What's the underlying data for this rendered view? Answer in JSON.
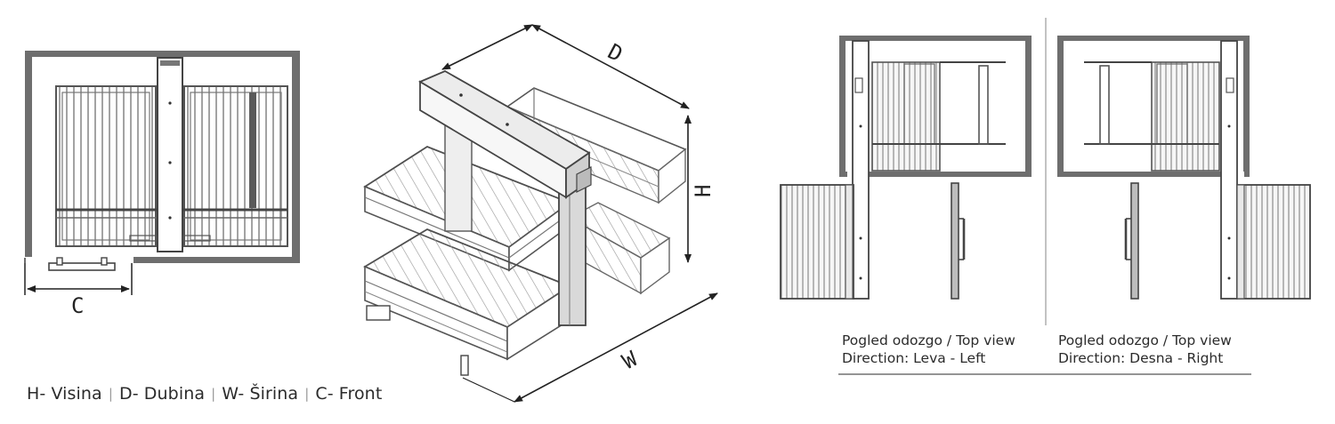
{
  "legend": [
    {
      "text": "H- Visina"
    },
    {
      "text": "D- Dubina"
    },
    {
      "text": "W- Širina"
    },
    {
      "text": "C- Front"
    }
  ],
  "dimensions": {
    "c": "C",
    "d": "D",
    "h": "H",
    "w": "W"
  },
  "views": {
    "left": {
      "line1": "Pogled odozgo / Top view",
      "line2": "Direction: Leva - Left"
    },
    "right": {
      "line1": "Pogled odozgo / Top view",
      "line2": "Direction: Desna - Right"
    }
  },
  "colors": {
    "line": "#4a4a4a",
    "cabinet": "#6e6e6e",
    "wire": "#8a8a8a",
    "door": "#bdbdbd"
  }
}
